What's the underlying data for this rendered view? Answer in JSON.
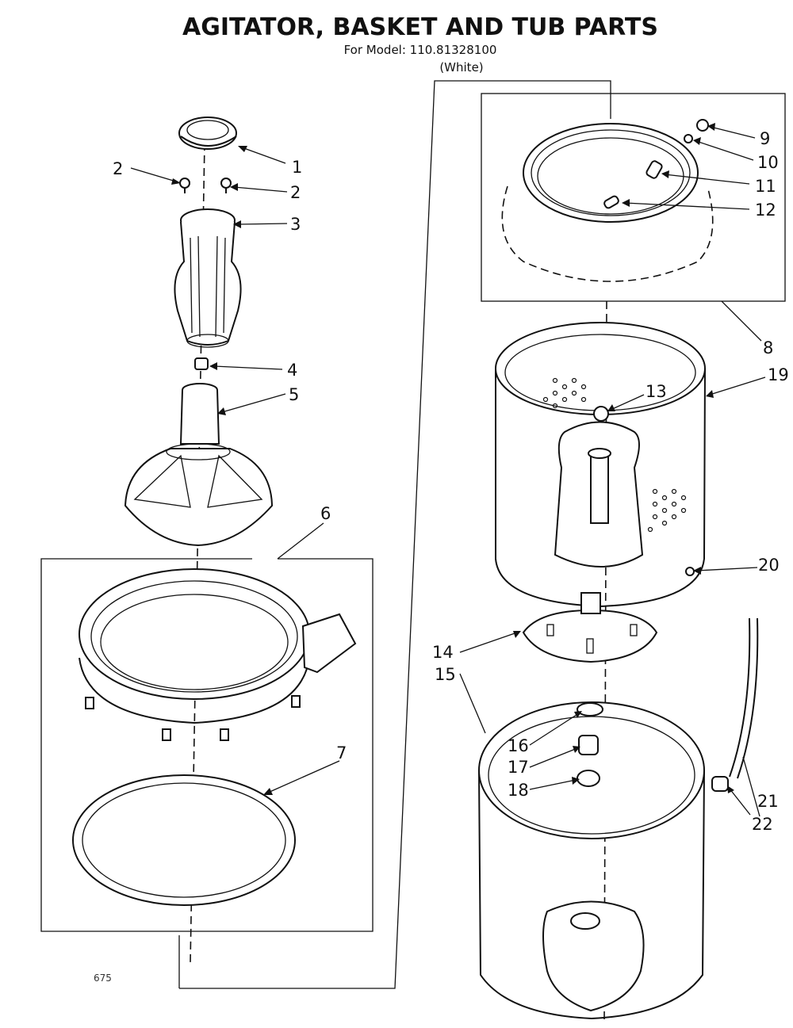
{
  "header": {
    "title": "AGITATOR, BASKET AND TUB PARTS",
    "model_line": "For Model: 110.81328100",
    "color_line": "(White)"
  },
  "corner_note": "675",
  "callouts": [
    "1",
    "2",
    "2",
    "3",
    "4",
    "5",
    "6",
    "7",
    "8",
    "9",
    "10",
    "11",
    "12",
    "13",
    "14",
    "15",
    "16",
    "17",
    "18",
    "19",
    "20",
    "21",
    "22"
  ]
}
